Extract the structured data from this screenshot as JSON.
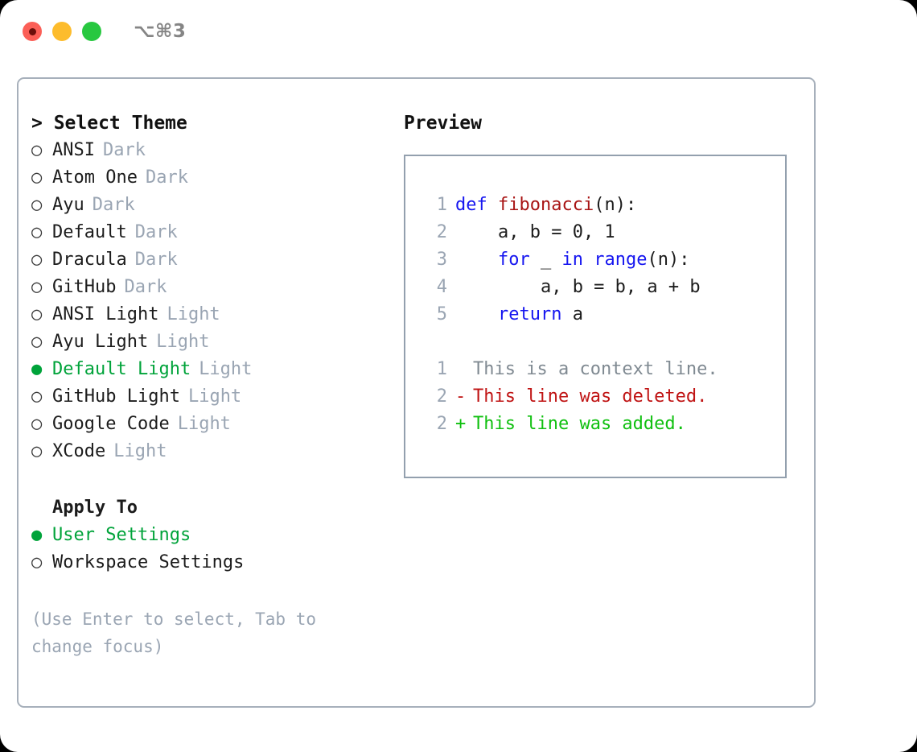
{
  "window": {
    "shortcut": "⌥⌘3",
    "lights": [
      {
        "name": "close",
        "color": "#fb5f57"
      },
      {
        "name": "minimize",
        "color": "#fdbc2c"
      },
      {
        "name": "maximize",
        "color": "#28c840"
      }
    ]
  },
  "theme_picker": {
    "header": "> Select Theme",
    "items": [
      {
        "bullet": "○",
        "label": "ANSI",
        "tag": "Dark",
        "selected": false
      },
      {
        "bullet": "○",
        "label": "Atom One",
        "tag": "Dark",
        "selected": false
      },
      {
        "bullet": "○",
        "label": "Ayu",
        "tag": "Dark",
        "selected": false
      },
      {
        "bullet": "○",
        "label": "Default",
        "tag": "Dark",
        "selected": false
      },
      {
        "bullet": "○",
        "label": "Dracula",
        "tag": "Dark",
        "selected": false
      },
      {
        "bullet": "○",
        "label": "GitHub",
        "tag": "Dark",
        "selected": false
      },
      {
        "bullet": "○",
        "label": "ANSI Light",
        "tag": "Light",
        "selected": false
      },
      {
        "bullet": "○",
        "label": "Ayu Light",
        "tag": "Light",
        "selected": false
      },
      {
        "bullet": "●",
        "label": "Default Light",
        "tag": "Light",
        "selected": true
      },
      {
        "bullet": "○",
        "label": "GitHub Light",
        "tag": "Light",
        "selected": false
      },
      {
        "bullet": "○",
        "label": "Google Code",
        "tag": "Light",
        "selected": false
      },
      {
        "bullet": "○",
        "label": "XCode",
        "tag": "Light",
        "selected": false
      }
    ]
  },
  "apply_to": {
    "header": "Apply To",
    "options": [
      {
        "bullet": "●",
        "label": "User Settings",
        "selected": true
      },
      {
        "bullet": "○",
        "label": "Workspace Settings",
        "selected": false
      }
    ]
  },
  "hint": "(Use Enter to select, Tab to change focus)",
  "preview": {
    "title": "Preview",
    "code": [
      {
        "no": "1",
        "tokens": [
          {
            "t": "def ",
            "k": "kw"
          },
          {
            "t": "fibonacci",
            "k": "fn"
          },
          {
            "t": "(n):",
            "k": "pl"
          }
        ]
      },
      {
        "no": "2",
        "tokens": [
          {
            "t": "    a, b = 0, 1",
            "k": "pl"
          }
        ]
      },
      {
        "no": "3",
        "tokens": [
          {
            "t": "    ",
            "k": "pl"
          },
          {
            "t": "for",
            "k": "kw"
          },
          {
            "t": " _ ",
            "k": "pl"
          },
          {
            "t": "in",
            "k": "kw"
          },
          {
            "t": " ",
            "k": "pl"
          },
          {
            "t": "range",
            "k": "kw"
          },
          {
            "t": "(n):",
            "k": "pl"
          }
        ]
      },
      {
        "no": "4",
        "tokens": [
          {
            "t": "        a, b = b, a + b",
            "k": "pl"
          }
        ]
      },
      {
        "no": "5",
        "tokens": [
          {
            "t": "    ",
            "k": "pl"
          },
          {
            "t": "return",
            "k": "kw"
          },
          {
            "t": " a",
            "k": "pl"
          }
        ]
      }
    ],
    "diff": [
      {
        "no": "1",
        "mark": " ",
        "text": "This is a context line.",
        "kind": "context"
      },
      {
        "no": "2",
        "mark": "-",
        "text": "This line was deleted.",
        "kind": "removed"
      },
      {
        "no": "2",
        "mark": "+",
        "text": "This line was added.",
        "kind": "added"
      }
    ]
  },
  "colors": {
    "accent_selected": "#00a33a",
    "muted": "#9aa5b3",
    "keyword": "#1616f0",
    "function": "#a81414",
    "diff_added": "#10c010",
    "diff_removed": "#c01414",
    "border": "#a7b0bb"
  }
}
